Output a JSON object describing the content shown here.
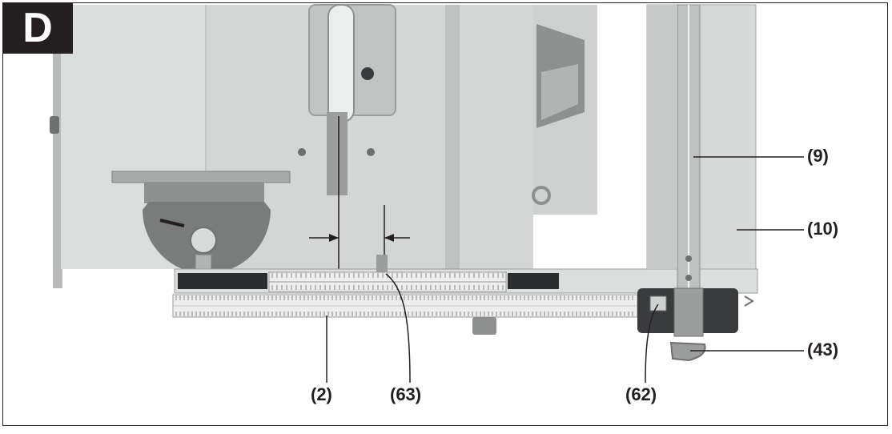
{
  "figure": {
    "letter": "D",
    "callouts": {
      "c9": "(9)",
      "c10": "(10)",
      "c43": "(43)",
      "c2": "(2)",
      "c63": "(63)",
      "c62": "(62)"
    }
  },
  "colors": {
    "ink": "#231f20",
    "table": "#d4d6d6",
    "table_light": "#e2e3e3",
    "shadow": "#a9abab",
    "scale": "#eeeeee"
  }
}
